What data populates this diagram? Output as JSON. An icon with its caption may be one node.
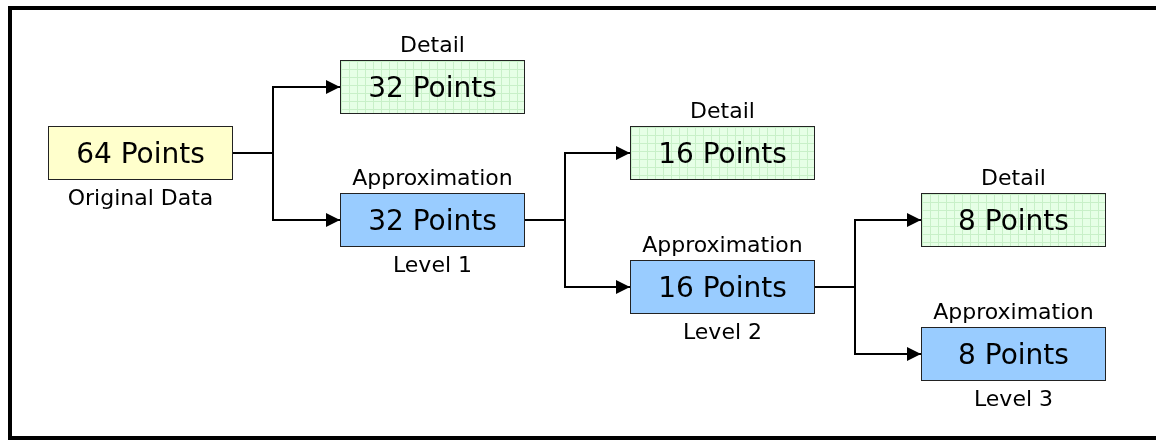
{
  "diagram": {
    "nodes": [
      {
        "text": [
          "64 Points"
        ],
        "beside": [
          "Original Data"
        ]
      },
      {
        "text": [
          "Detail",
          "32 Points"
        ]
      },
      {
        "text": [
          "Approximation",
          "32 Points"
        ],
        "beside": [
          "Level 1"
        ]
      },
      {
        "text": [
          "Detail",
          "16 Points"
        ]
      },
      {
        "text": [
          "Approximation",
          "16 Points"
        ],
        "beside": [
          "Level 2"
        ]
      },
      {
        "text": [
          "Detail",
          "8 Points"
        ]
      },
      {
        "text": [
          "Approximation",
          "8 Points"
        ],
        "beside": [
          "Level 3"
        ]
      }
    ],
    "edges": [
      {
        "from": 0,
        "to": 1,
        "arrow": "to"
      },
      {
        "from": 0,
        "to": 2,
        "arrow": "to"
      },
      {
        "from": 2,
        "to": 3,
        "arrow": "to"
      },
      {
        "from": 2,
        "to": 4,
        "arrow": "to"
      },
      {
        "from": 4,
        "to": 5,
        "arrow": "to"
      },
      {
        "from": 4,
        "to": 6,
        "arrow": "to"
      }
    ]
  }
}
